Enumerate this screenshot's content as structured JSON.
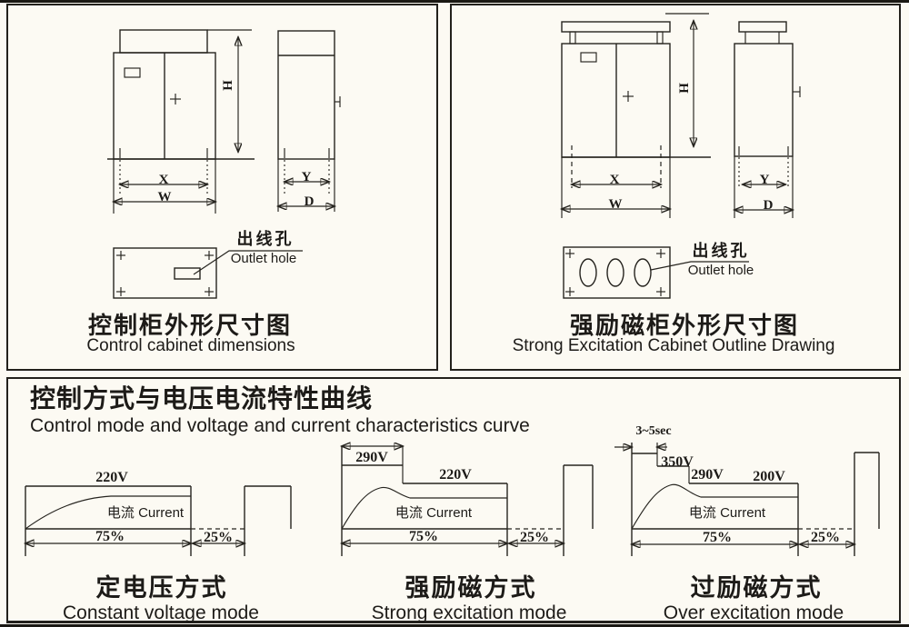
{
  "panel_control": {
    "title_zh": "控制柜外形尺寸图",
    "title_en": "Control cabinet dimensions",
    "outlet_zh": "出线孔",
    "outlet_en": "Outlet hole",
    "dims": {
      "h": "H",
      "x": "X",
      "w": "W",
      "y": "Y",
      "d": "D"
    }
  },
  "panel_excitation": {
    "title_zh": "强励磁柜外形尺寸图",
    "title_en": "Strong Excitation Cabinet Outline Drawing",
    "outlet_zh": "出线孔",
    "outlet_en": "Outlet hole",
    "dims": {
      "h": "H",
      "x": "X",
      "w": "W",
      "y": "Y",
      "d": "D"
    }
  },
  "panel_curves": {
    "title_zh": "控制方式与电压电流特性曲线",
    "title_en": "Control mode and voltage and current characteristics curve",
    "modes": [
      {
        "name_zh": "定电压方式",
        "name_en": "Constant voltage mode",
        "v1": "220V",
        "current": "电流 Current",
        "p75": "75%",
        "p25": "25%"
      },
      {
        "name_zh": "强励磁方式",
        "name_en": "Strong excitation mode",
        "v1": "290V",
        "v2": "220V",
        "current": "电流 Current",
        "p75": "75%",
        "p25": "25%"
      },
      {
        "name_zh": "过励磁方式",
        "name_en": "Over excitation mode",
        "duration": "3~5sec",
        "v1": "350V",
        "v2": "290V",
        "v3": "200V",
        "current": "电流 Current",
        "p75": "75%",
        "p25": "25%"
      }
    ]
  }
}
